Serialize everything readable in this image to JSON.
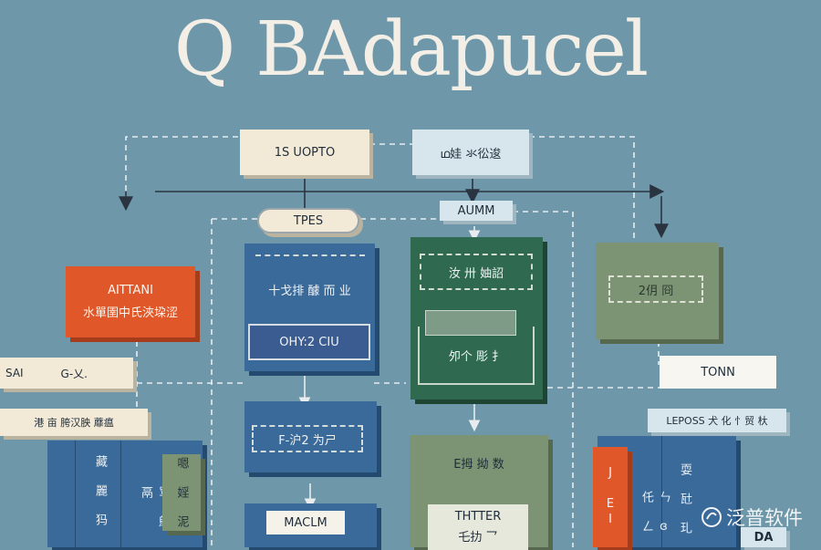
{
  "title": "Q BAdapucel",
  "nodes": {
    "top_left": "1S UOPTO",
    "top_right": "ഥ娃 氺彸逡",
    "types": "TPES",
    "aumm": "AUMM",
    "orange_en": "AITTANI",
    "orange_cn": "水單圉中氏浹垜涩",
    "blue_main": "十戈排 醵 而  业",
    "blue_sub": "OHY:2 CIU",
    "green_top": "汝 卅 妯詔",
    "green_mid": "",
    "green_bottom": "夘个 彫 扌",
    "sage_right": "2仴 冏",
    "left_bar1_a": "SAI",
    "left_bar1_b": "G-乂.",
    "left_bar2": "港 亩  胯汉胦 蘼瘟",
    "blue_f": "F-沪2 为ㄕ",
    "maclm": "MACLM",
    "sage_bottom_title": "E拇 拗 数",
    "sage_bottom_label": "THTTER",
    "sage_bottom_extra": "乇扐 乛",
    "tonn": "TONN",
    "lepos": "LEPOSS 犬 化 忄贸 杕",
    "orange_right": "J EI",
    "da": "DA",
    "stack_left_1": "藏 麗 犸",
    "stack_left_2": "骂 鄔 鬲",
    "stack_left_3": "嗯 婬 泥",
    "stack_right_1": "ㄣ ɞ仛 ㄥ",
    "stack_right_2": "耍 瓧 玌",
    "watermark": "泛普软件"
  },
  "colors": {
    "background": "#6e98aa",
    "orange": "#e0572a",
    "blue": "#3a6a9a",
    "green": "#2f6a50",
    "sage": "#7d9474",
    "cream": "#f2ead7"
  }
}
